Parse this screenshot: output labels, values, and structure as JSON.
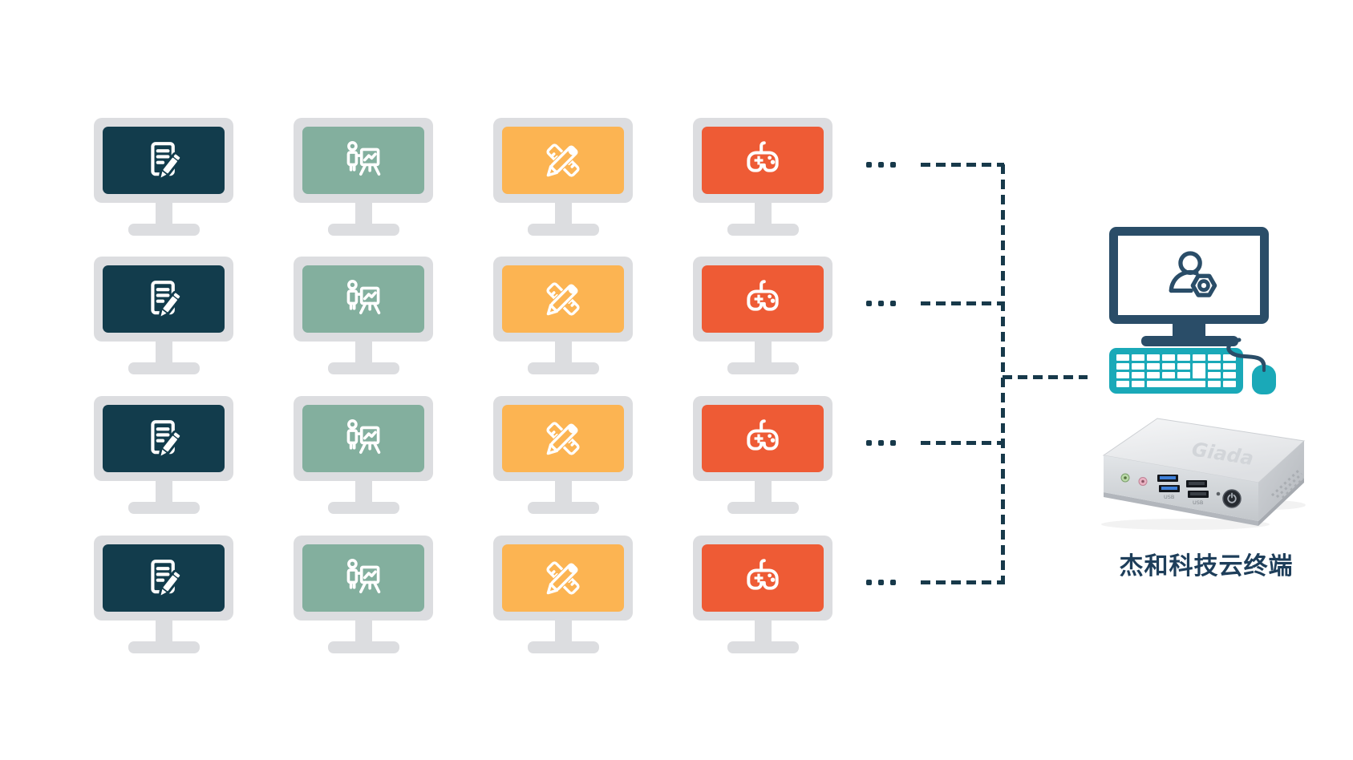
{
  "colors": {
    "frame": "#dcdde0",
    "office": "#123c4c",
    "presentation": "#83af9e",
    "design": "#fcb452",
    "gaming": "#ee5b35",
    "connector": "#17394a",
    "terminal": "#2a4d68",
    "peripheral": "#1aa9b8",
    "label": "#1e3e5a"
  },
  "grid": {
    "rows": 4,
    "row_ellipsis": "...",
    "columns": [
      {
        "name": "office-monitor",
        "icon": "document-edit-icon",
        "color": "#123c4c"
      },
      {
        "name": "presentation-monitor",
        "icon": "presenter-board-icon",
        "color": "#83af9e"
      },
      {
        "name": "design-monitor",
        "icon": "ruler-pencil-icon",
        "color": "#fcb452"
      },
      {
        "name": "gaming-monitor",
        "icon": "gamepad-icon",
        "color": "#ee5b35"
      }
    ]
  },
  "terminal": {
    "label": "杰和科技云终端",
    "screen_icon": "user-gear-icon",
    "device_logo": "Giada",
    "usb_label": "USB"
  }
}
